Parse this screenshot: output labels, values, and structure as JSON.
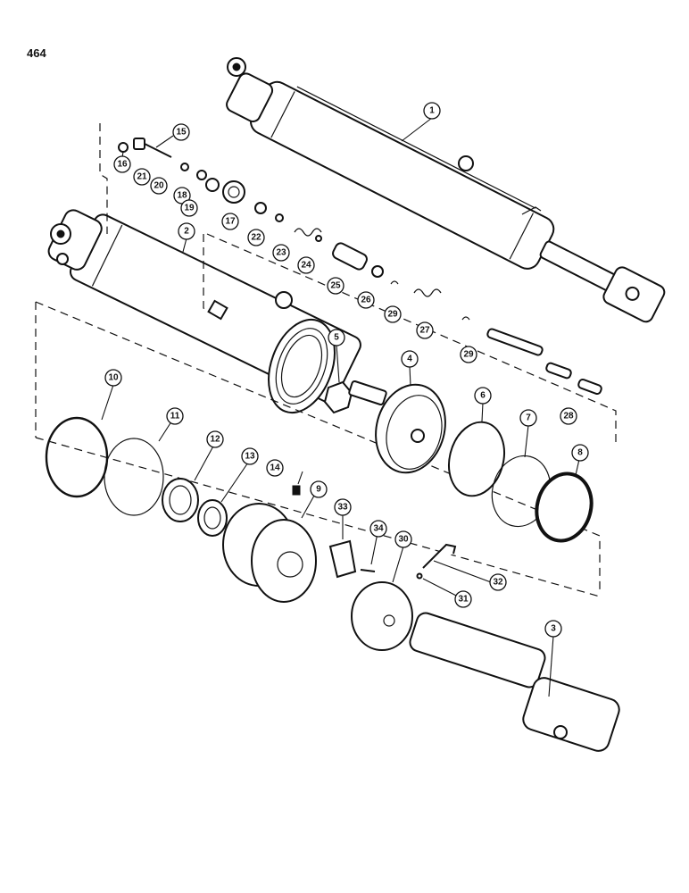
{
  "page_number": "464",
  "callouts": [
    {
      "id": "c1",
      "label": "1"
    },
    {
      "id": "c2",
      "label": "2"
    },
    {
      "id": "c3",
      "label": "3"
    },
    {
      "id": "c4",
      "label": "4"
    },
    {
      "id": "c5",
      "label": "5"
    },
    {
      "id": "c6",
      "label": "6"
    },
    {
      "id": "c7",
      "label": "7"
    },
    {
      "id": "c8",
      "label": "8"
    },
    {
      "id": "c9",
      "label": "9"
    },
    {
      "id": "c10",
      "label": "10"
    },
    {
      "id": "c11",
      "label": "11"
    },
    {
      "id": "c12",
      "label": "12"
    },
    {
      "id": "c13",
      "label": "13"
    },
    {
      "id": "c14",
      "label": "14"
    },
    {
      "id": "c15",
      "label": "15"
    },
    {
      "id": "c16",
      "label": "16"
    },
    {
      "id": "c17",
      "label": "17"
    },
    {
      "id": "c18",
      "label": "18"
    },
    {
      "id": "c19",
      "label": "19"
    },
    {
      "id": "c20",
      "label": "20"
    },
    {
      "id": "c21",
      "label": "21"
    },
    {
      "id": "c22",
      "label": "22"
    },
    {
      "id": "c23",
      "label": "23"
    },
    {
      "id": "c24",
      "label": "24"
    },
    {
      "id": "c25",
      "label": "25"
    },
    {
      "id": "c26",
      "label": "26"
    },
    {
      "id": "c27",
      "label": "27"
    },
    {
      "id": "c28",
      "label": "28"
    },
    {
      "id": "c29a",
      "label": "29"
    },
    {
      "id": "c29b",
      "label": "29"
    },
    {
      "id": "c30",
      "label": "30"
    },
    {
      "id": "c31",
      "label": "31"
    },
    {
      "id": "c32",
      "label": "32"
    },
    {
      "id": "c33",
      "label": "33"
    },
    {
      "id": "c34",
      "label": "34"
    }
  ]
}
